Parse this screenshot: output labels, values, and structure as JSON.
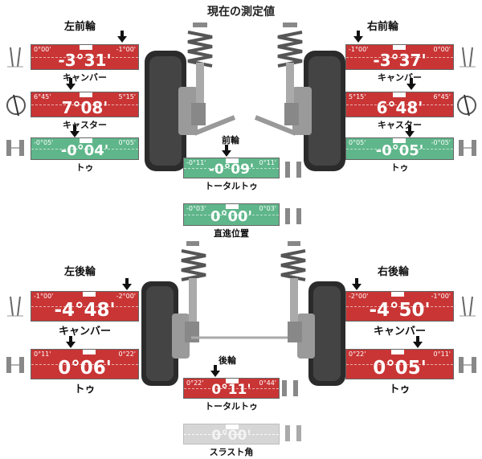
{
  "title": "現在の測定値",
  "labels": {
    "fl": "左前輪",
    "fr": "右前輪",
    "rl": "左後輪",
    "rr": "右後輪",
    "front": "前輪",
    "rear": "後輪"
  },
  "gauges": {
    "fl_camber": {
      "left": "0°00'",
      "right": "-1°00'",
      "value": "-3°31'",
      "caption": "キャンバー"
    },
    "fl_caster": {
      "left": "6°45'",
      "right": "5°15'",
      "value": "7°08'",
      "caption": "キャスター"
    },
    "fl_toe": {
      "left": "-0°05'",
      "right": "0°05'",
      "value": "-0°04'",
      "caption": "トゥ"
    },
    "fr_camber": {
      "left": "-1°00'",
      "right": "0°00'",
      "value": "-3°37'",
      "caption": "キャンバー"
    },
    "fr_caster": {
      "left": "5°15'",
      "right": "6°45'",
      "value": "6°48'",
      "caption": "キャスター"
    },
    "fr_toe": {
      "left": "0°05'",
      "right": "-0°05'",
      "value": "-0°05'",
      "caption": "トゥ"
    },
    "front_total_toe": {
      "left": "-0°11'",
      "right": "0°11'",
      "value": "-0°09'",
      "caption": "トータルトゥ"
    },
    "straight": {
      "left": "-0°03'",
      "right": "0°03'",
      "value": "0°00'",
      "caption": "直進位置"
    },
    "rl_camber": {
      "left": "-1°00'",
      "right": "-2°00'",
      "value": "-4°48'",
      "caption": "キャンバー"
    },
    "rl_toe": {
      "left": "0°11'",
      "right": "0°22'",
      "value": "0°06'",
      "caption": "トゥ"
    },
    "rr_camber": {
      "left": "-2°00'",
      "right": "-1°00'",
      "value": "-4°50'",
      "caption": "キャンバー"
    },
    "rr_toe": {
      "left": "0°22'",
      "right": "0°11'",
      "value": "0°05'",
      "caption": "トゥ"
    },
    "rear_total_toe": {
      "left": "0°22'",
      "right": "0°44'",
      "value": "0°11'",
      "caption": "トータルトゥ"
    },
    "thrust": {
      "value": "0°00'",
      "caption": "スラスト角"
    }
  },
  "colors": {
    "out_of_range": "#c93535",
    "in_range": "#5fb68a",
    "inactive": "#d6d6d6"
  }
}
